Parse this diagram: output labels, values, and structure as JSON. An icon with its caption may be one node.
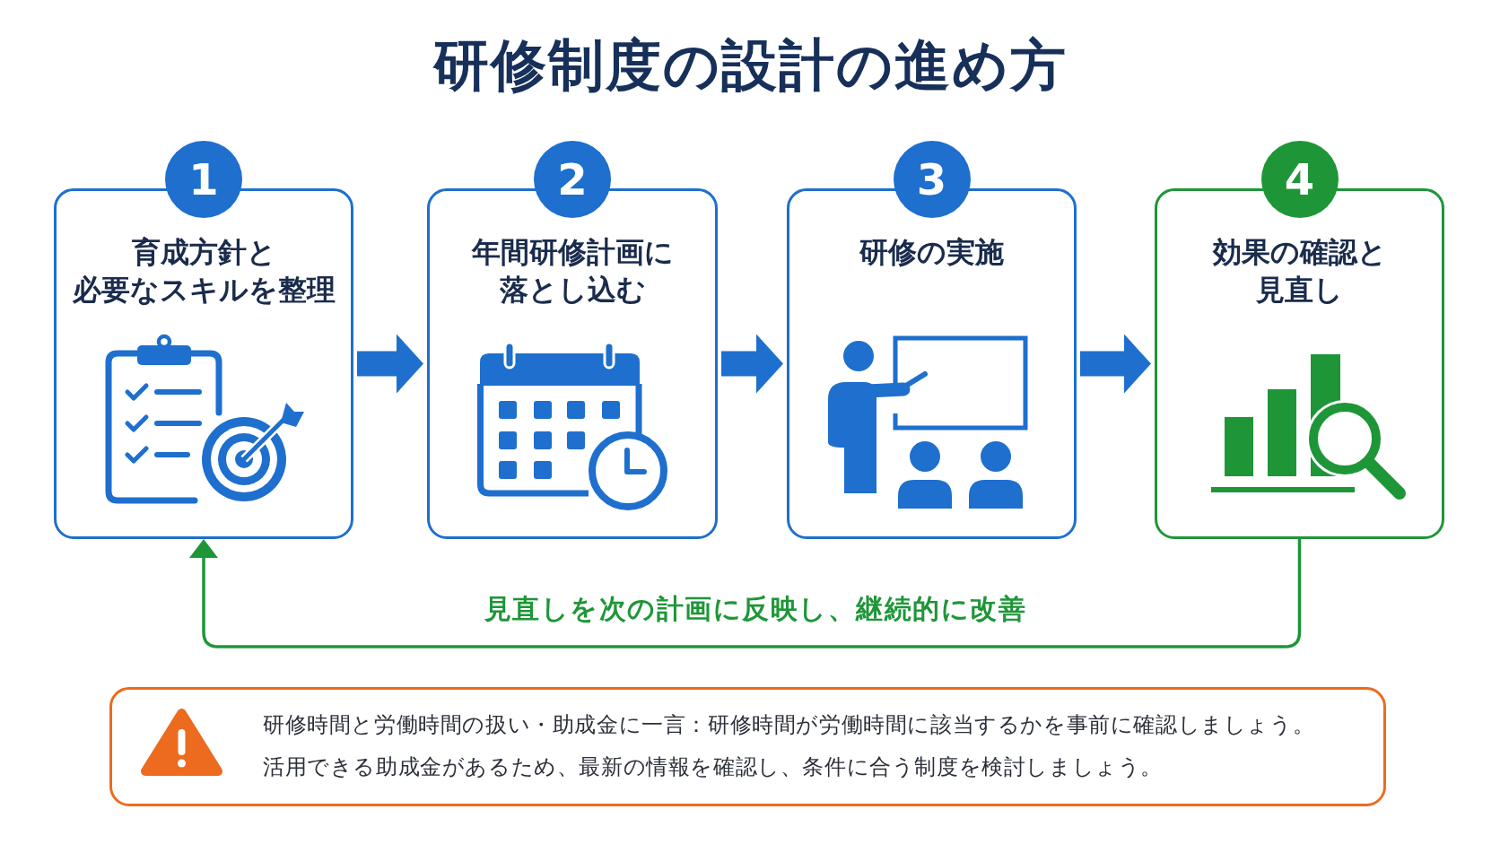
{
  "diagram": {
    "title": "研修制度の設計の進め方",
    "nodes": [
      {
        "text": [
          "1"
        ]
      },
      {
        "text": [
          "育成方針と必要なスキルを整理"
        ]
      },
      {
        "text": [
          "2"
        ]
      },
      {
        "text": [
          "年間研修計画に落とし込む"
        ]
      },
      {
        "text": [
          "3"
        ]
      },
      {
        "text": [
          "研修の実施"
        ]
      },
      {
        "text": [
          "4"
        ]
      },
      {
        "text": [
          "効果の確認と見直し"
        ]
      },
      {
        "text": [
          "研修時間と労働時間の扱い・助成金に一言：研修時間が労働時間に該当するかを事前に確認しましょう。",
          "活用できる助成金があるため、最新の情報を確認し、条件に合う制度を検討しましょう。"
        ]
      }
    ],
    "edges": [
      {
        "from": 1,
        "to": 3,
        "arrow": "to"
      },
      {
        "from": 3,
        "to": 5,
        "arrow": "to"
      },
      {
        "from": 5,
        "to": 7,
        "arrow": "to"
      },
      {
        "from": 7,
        "to": 1,
        "arrow": "to",
        "label": "見直しを次の計画に反映し、継続的に改善",
        "color": "#1e9638"
      }
    ]
  }
}
